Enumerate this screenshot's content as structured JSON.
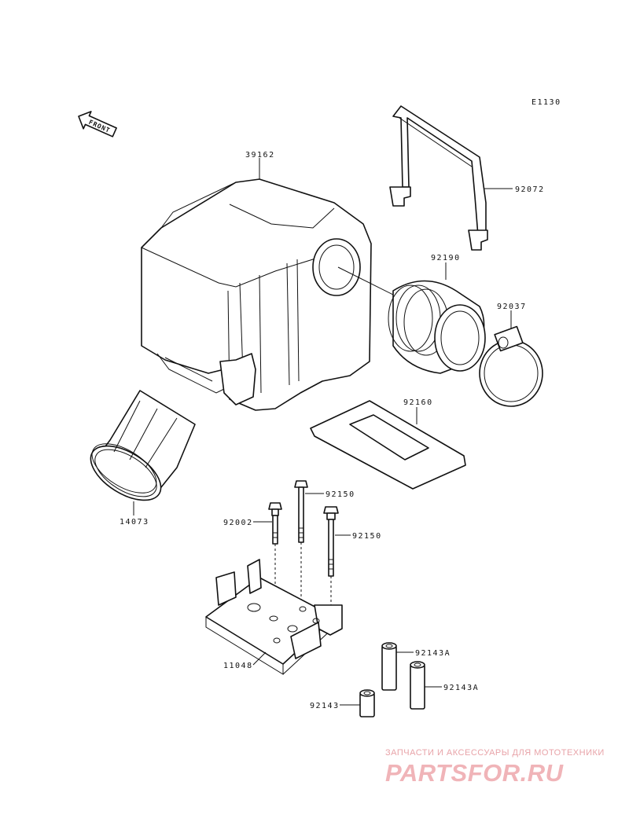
{
  "diagram_code": "E1130",
  "front_arrow_label": "FRONT",
  "part_labels": {
    "p39162": "39162",
    "p92072": "92072",
    "p92190": "92190",
    "p92037": "92037",
    "p92160": "92160",
    "p14073": "14073",
    "p92150a": "92150",
    "p92150b": "92150",
    "p92002": "92002",
    "p11048": "11048",
    "p92143Aa": "92143A",
    "p92143Ab": "92143A",
    "p92143": "92143"
  },
  "watermark": {
    "tagline": "ЗАПЧАСТИ И АКСЕССУАРЫ ДЛЯ МОТОТЕХНИКИ",
    "logo": "PARTSFOR.RU"
  }
}
